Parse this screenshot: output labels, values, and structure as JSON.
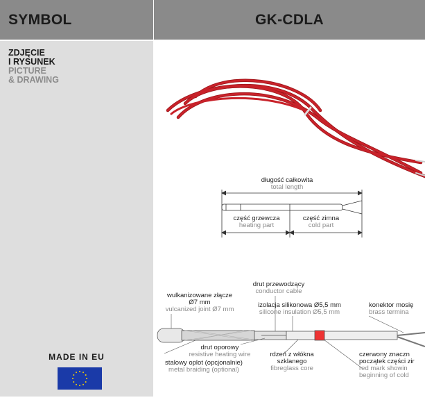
{
  "header": {
    "left": "SYMBOL",
    "right": "GK-CDLA"
  },
  "sidebar": {
    "label_pl_1": "ZDJĘCIE",
    "label_pl_2": "I RYSUNEK",
    "label_en_1": "PICTURE",
    "label_en_2": "& DRAWING",
    "made_in": "MADE IN EU"
  },
  "drawing": {
    "total_pl": "długość całkowita",
    "total_en": "total length",
    "heating_pl": "część grzewcza",
    "heating_en": "heating part",
    "cold_pl": "część zimna",
    "cold_en": "cold part"
  },
  "callouts": {
    "conductor_pl": "drut przewodzący",
    "conductor_en": "conductor cable",
    "joint_pl_1": "wulkanizowane złącze",
    "joint_pl_2": "Ø7 mm",
    "joint_en": "vulcanized joint Ø7 mm",
    "insulation_pl": "izolacja silikonowa Ø5,5 mm",
    "insulation_en": "silicone insulation Ø5,5 mm",
    "connector_pl": "konektor mosię",
    "connector_en": "brass termina",
    "wire_pl": "drut oporowy",
    "wire_en": "resistive heating wire",
    "braid_pl": "stalowy oplot (opcjonalnie)",
    "braid_en": "metal braiding (optional)",
    "core_pl_1": "rdzeń z włókna",
    "core_pl_2": "szklanego",
    "core_en": "fibreglass core",
    "mark_pl_1": "czerwony znaczn",
    "mark_pl_2": "początek części zir",
    "mark_en_1": "red mark showin",
    "mark_en_2": "beginning of cold"
  },
  "colors": {
    "header_bg": "#8a8a8a",
    "sidebar_bg": "#dedede",
    "cable_red": "#c8222a",
    "eu_blue": "#1a3aa8",
    "eu_star": "#f5d000"
  }
}
